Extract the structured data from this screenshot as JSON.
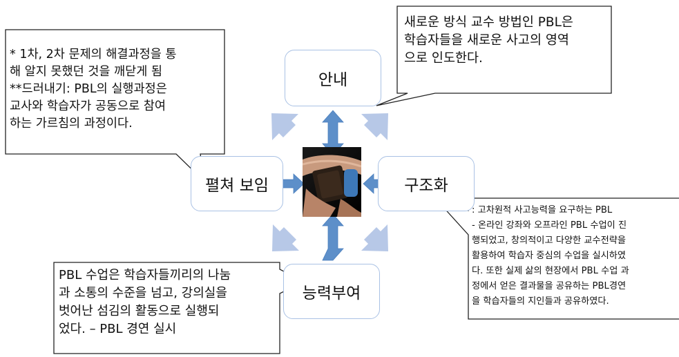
{
  "colors": {
    "node_border": "#a9c1e4",
    "double_arrow": "#5d8fc9",
    "diagonal_arrow": "#b7c8e7",
    "callout_border": "#222222",
    "background": "#ffffff"
  },
  "nodes": {
    "top": "안내",
    "left": "펼쳐 보임",
    "right": "구조화",
    "bottom": "능력부여"
  },
  "center_image": {
    "description_icon": "hands-holding-book-photo"
  },
  "callouts": {
    "top_right": "새로운 방식 교수 방법인 PBL은\n학습자들을 새로운 사고의 영역\n으로 인도한다.",
    "top_left": "* 1차, 2차 문제의 해결과정을 통\n해 알지 못했던 것을 깨닫게 됨\n **드러내기: PBL의 실행과정은\n교사와 학습자가 공동으로 참여\n하는 가르침의 과정이다.",
    "bottom_right": ": 고차원적 사고능력을 요구하는 PBL\n - 온라인 강좌와 오프라인 PBL 수업이 진\n행되었고, 창의적이고 다양한 교수전략을\n활용하여 학습자 중심의 수업을 실시하였\n다. 또한 실제 삶의 현장에서 PBL 수업 과\n정에서 얻은 결과물을 공유하는 PBL경연\n을 학습자들의 지인들과 공유하였다.",
    "bottom_left": "PBL 수업은 학습자들끼리의 나눔\n과 소통의 수준을 넘고, 강의실을\n벗어난 섬김의 활동으로 실행되\n었다. – PBL 경연 실시"
  }
}
